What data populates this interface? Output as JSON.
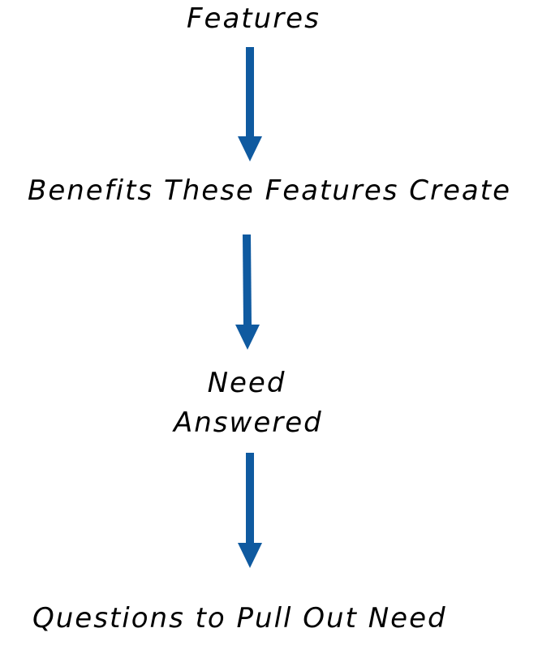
{
  "diagram": {
    "nodes": [
      {
        "id": "features",
        "lines": [
          "Features"
        ]
      },
      {
        "id": "benefits",
        "lines": [
          "Benefits These Features Create"
        ]
      },
      {
        "id": "need",
        "lines": [
          "Need",
          "Answered"
        ]
      },
      {
        "id": "questions",
        "lines": [
          "Questions to Pull Out Need"
        ]
      }
    ],
    "edges": [
      {
        "from": "features",
        "to": "benefits"
      },
      {
        "from": "benefits",
        "to": "need"
      },
      {
        "from": "need",
        "to": "questions"
      }
    ],
    "colors": {
      "arrow": "#0f5aa0",
      "text": "#000000",
      "background": "#ffffff"
    }
  }
}
